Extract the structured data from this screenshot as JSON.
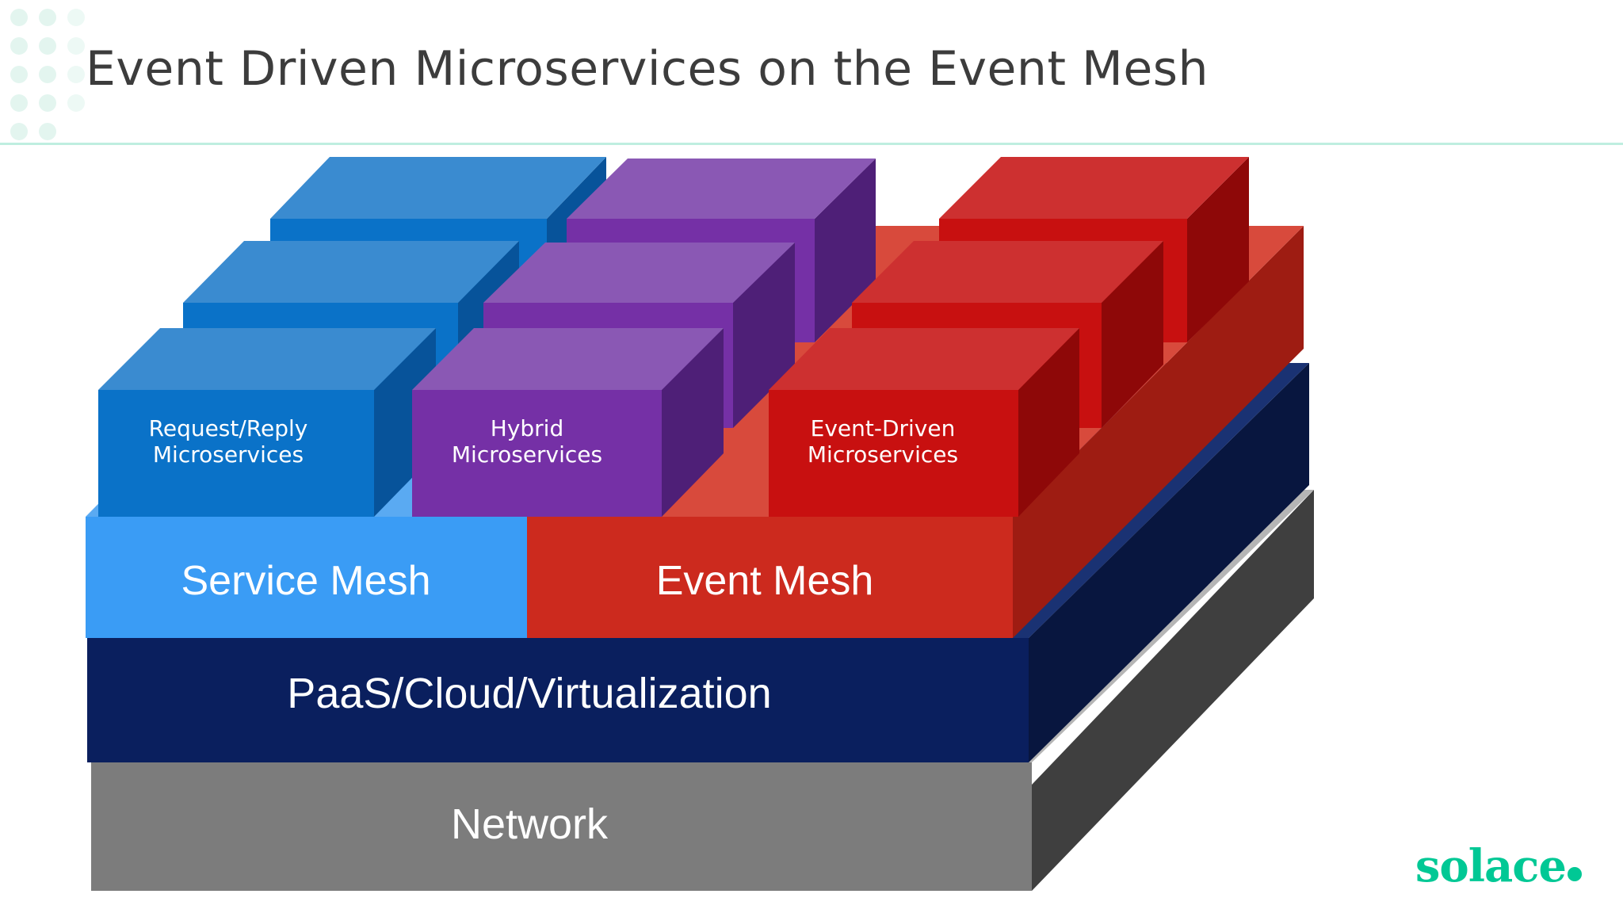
{
  "slide": {
    "title": "Event Driven Microservices on the Event Mesh"
  },
  "layers": {
    "network": "Network",
    "paas": "PaaS/Cloud/Virtualization",
    "service_mesh": "Service Mesh",
    "event_mesh": "Event Mesh"
  },
  "groups": {
    "request_reply": {
      "line1": "Request/Reply",
      "line2": "Microservices"
    },
    "hybrid": {
      "line1": "Hybrid",
      "line2": "Microservices"
    },
    "event_driven": {
      "line1": "Event-Driven",
      "line2": "Microservices"
    }
  },
  "brand": {
    "logo_text": "solace"
  },
  "colors": {
    "title_text": "#3c3c3c",
    "rule": "#bfeee0",
    "network": "#7a7a7a",
    "paas": "#0a1f5e",
    "service_mesh": "#3a9cf5",
    "event_mesh": "#cc2a1e",
    "blue_box": "#0a72c8",
    "purple_box": "#7530a6",
    "red_box": "#c81010",
    "brand": "#00c895"
  }
}
